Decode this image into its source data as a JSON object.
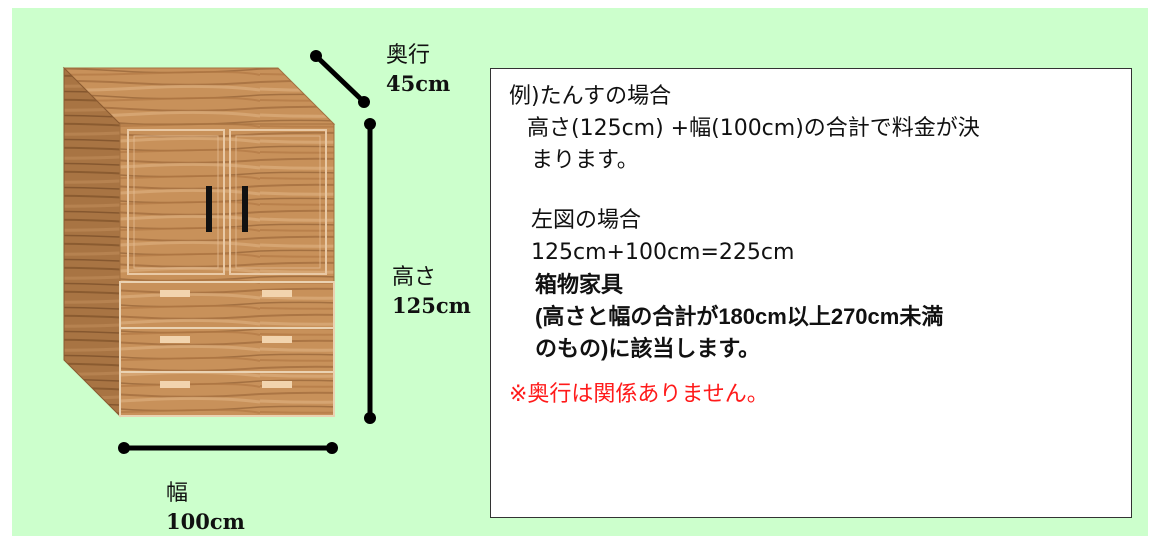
{
  "labels": {
    "depth_title": "奥行",
    "depth_value": "45cm",
    "height_title": "高さ",
    "height_value": "125cm",
    "width_title": "幅",
    "width_value": "100cm"
  },
  "note": {
    "example_title": "例)たんすの場合",
    "rule_line1": "高さ(125cm) +幅(100cm)の合計で料金が決",
    "rule_line2": "まります。",
    "calc_title": "左図の場合",
    "calc_formula": "125cm+100cm=225cm",
    "category": "箱物家具",
    "category_line1": "(高さと幅の合計が180cm以上270cm未満",
    "category_line2": "のもの)に該当します。",
    "warning": "※奥行は関係ありません。"
  },
  "colors": {
    "background": "#ccffcc",
    "wood": "#c48a52",
    "warning": "#ff1a1a"
  },
  "icons": [
    "wardrobe-illustration",
    "dimension-line"
  ]
}
